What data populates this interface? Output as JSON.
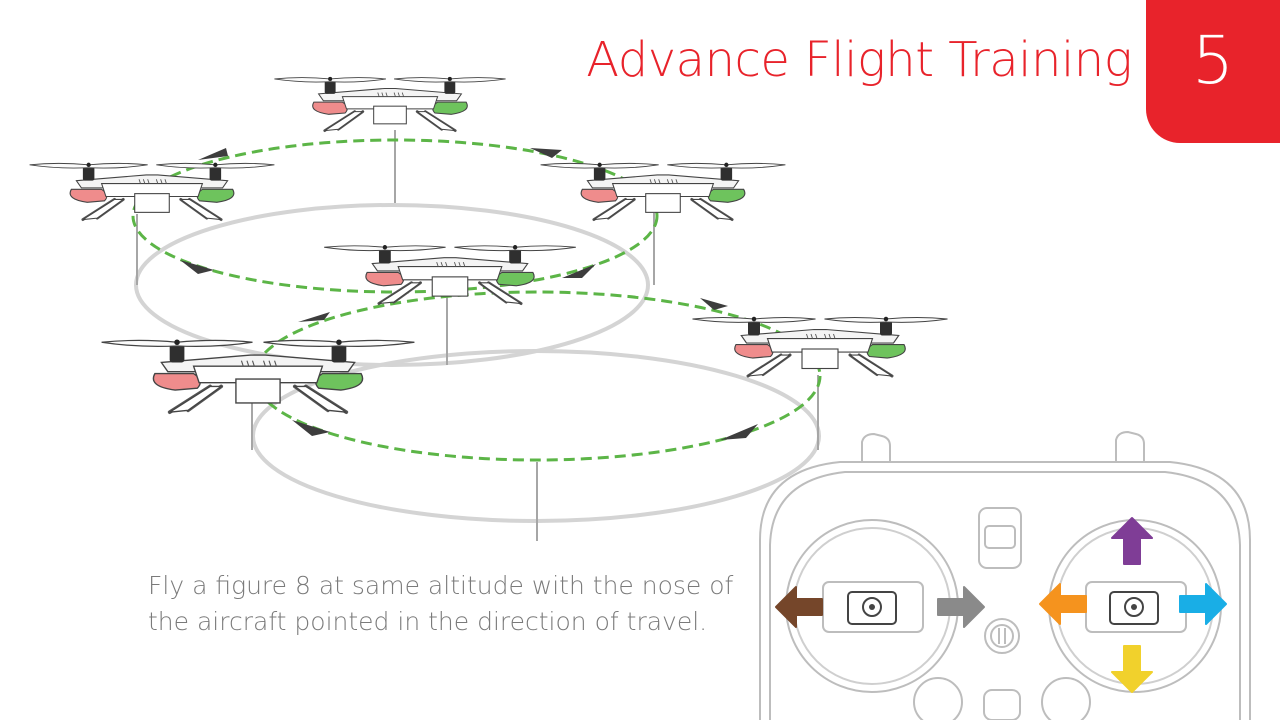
{
  "header": {
    "title": "Advance Flight Training",
    "step_number": "5"
  },
  "caption": {
    "line1": "Fly a figure 8 at same altitude with the nose of",
    "line2": "the aircraft pointed in the direction of travel."
  },
  "colors": {
    "brand_red": "#e8232b",
    "caption_gray": "#7a7a7a",
    "path_green": "#5cb547",
    "ring_gray": "#d4d4d4",
    "line_gray": "#a6a6a6",
    "arrow_dark": "#3d3d3d",
    "led_green": "#6ec35d",
    "led_red": "#ef8c8c",
    "stick_left": "#75462a",
    "stick_right": "#8a8a8a",
    "stick_up": "#7f3d96",
    "stick_down": "#f1d12c",
    "stick_out_left": "#f5931e",
    "stick_out_right": "#19aee6"
  },
  "icons": {
    "drone": "quadcopter-drone-icon",
    "remote": "remote-controller-icon",
    "arrow": "stick-direction-arrow-icon"
  }
}
